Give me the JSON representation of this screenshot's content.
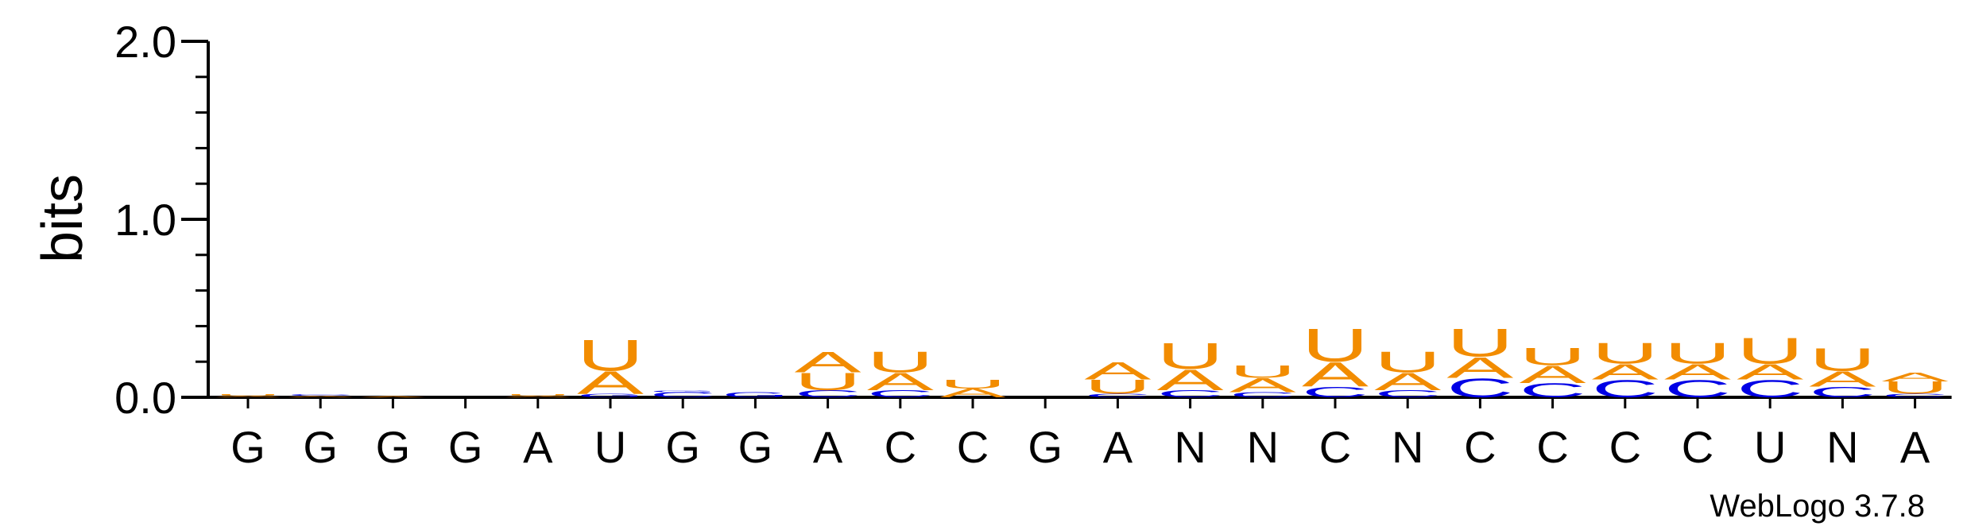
{
  "chart_data": {
    "type": "sequence-logo",
    "ylabel": "bits",
    "ylim": [
      0,
      2
    ],
    "y_ticks": [
      "0.0",
      "1.0",
      "2.0"
    ],
    "colors": {
      "A": "#f28c00",
      "U": "#f28c00",
      "C": "#0000e6",
      "G": "#0000e6"
    },
    "positions": [
      {
        "label": "G",
        "stack": [
          {
            "letter": "A",
            "bits": 0.01
          },
          {
            "letter": "U",
            "bits": 0.01
          }
        ]
      },
      {
        "label": "G",
        "stack": [
          {
            "letter": "A",
            "bits": 0.01
          },
          {
            "letter": "C",
            "bits": 0.01
          }
        ]
      },
      {
        "label": "G",
        "stack": [
          {
            "letter": "A",
            "bits": 0.005
          }
        ]
      },
      {
        "label": "G",
        "stack": []
      },
      {
        "label": "A",
        "stack": [
          {
            "letter": "A",
            "bits": 0.01
          },
          {
            "letter": "U",
            "bits": 0.01
          }
        ]
      },
      {
        "label": "U",
        "stack": [
          {
            "letter": "G",
            "bits": 0.02
          },
          {
            "letter": "A",
            "bits": 0.13
          },
          {
            "letter": "U",
            "bits": 0.18
          }
        ]
      },
      {
        "label": "G",
        "stack": [
          {
            "letter": "C",
            "bits": 0.03
          },
          {
            "letter": "G",
            "bits": 0.01
          }
        ]
      },
      {
        "label": "G",
        "stack": [
          {
            "letter": "G",
            "bits": 0.03
          }
        ]
      },
      {
        "label": "A",
        "stack": [
          {
            "letter": "C",
            "bits": 0.04
          },
          {
            "letter": "U",
            "bits": 0.1
          },
          {
            "letter": "A",
            "bits": 0.12
          }
        ]
      },
      {
        "label": "C",
        "stack": [
          {
            "letter": "C",
            "bits": 0.04
          },
          {
            "letter": "A",
            "bits": 0.1
          },
          {
            "letter": "U",
            "bits": 0.12
          }
        ]
      },
      {
        "label": "C",
        "stack": [
          {
            "letter": "A",
            "bits": 0.05
          },
          {
            "letter": "U",
            "bits": 0.05
          }
        ]
      },
      {
        "label": "G",
        "stack": []
      },
      {
        "label": "A",
        "stack": [
          {
            "letter": "C",
            "bits": 0.02
          },
          {
            "letter": "U",
            "bits": 0.08
          },
          {
            "letter": "A",
            "bits": 0.1
          }
        ]
      },
      {
        "label": "N",
        "stack": [
          {
            "letter": "C",
            "bits": 0.04
          },
          {
            "letter": "A",
            "bits": 0.12
          },
          {
            "letter": "U",
            "bits": 0.15
          }
        ]
      },
      {
        "label": "N",
        "stack": [
          {
            "letter": "C",
            "bits": 0.03
          },
          {
            "letter": "A",
            "bits": 0.08
          },
          {
            "letter": "U",
            "bits": 0.07
          }
        ]
      },
      {
        "label": "C",
        "stack": [
          {
            "letter": "C",
            "bits": 0.06
          },
          {
            "letter": "A",
            "bits": 0.14
          },
          {
            "letter": "U",
            "bits": 0.19
          }
        ]
      },
      {
        "label": "N",
        "stack": [
          {
            "letter": "C",
            "bits": 0.04
          },
          {
            "letter": "A",
            "bits": 0.1
          },
          {
            "letter": "U",
            "bits": 0.12
          }
        ]
      },
      {
        "label": "C",
        "stack": [
          {
            "letter": "C",
            "bits": 0.11
          },
          {
            "letter": "A",
            "bits": 0.12
          },
          {
            "letter": "U",
            "bits": 0.16
          }
        ]
      },
      {
        "label": "C",
        "stack": [
          {
            "letter": "C",
            "bits": 0.08
          },
          {
            "letter": "A",
            "bits": 0.1
          },
          {
            "letter": "U",
            "bits": 0.1
          }
        ]
      },
      {
        "label": "C",
        "stack": [
          {
            "letter": "C",
            "bits": 0.1
          },
          {
            "letter": "A",
            "bits": 0.09
          },
          {
            "letter": "U",
            "bits": 0.12
          }
        ]
      },
      {
        "label": "C",
        "stack": [
          {
            "letter": "C",
            "bits": 0.1
          },
          {
            "letter": "A",
            "bits": 0.09
          },
          {
            "letter": "U",
            "bits": 0.12
          }
        ]
      },
      {
        "label": "U",
        "stack": [
          {
            "letter": "C",
            "bits": 0.1
          },
          {
            "letter": "A",
            "bits": 0.09
          },
          {
            "letter": "U",
            "bits": 0.15
          }
        ]
      },
      {
        "label": "N",
        "stack": [
          {
            "letter": "C",
            "bits": 0.06
          },
          {
            "letter": "A",
            "bits": 0.09
          },
          {
            "letter": "U",
            "bits": 0.13
          }
        ]
      },
      {
        "label": "A",
        "stack": [
          {
            "letter": "C",
            "bits": 0.02
          },
          {
            "letter": "U",
            "bits": 0.07
          },
          {
            "letter": "A",
            "bits": 0.05
          }
        ]
      }
    ]
  },
  "credit": "WebLogo 3.7.8"
}
